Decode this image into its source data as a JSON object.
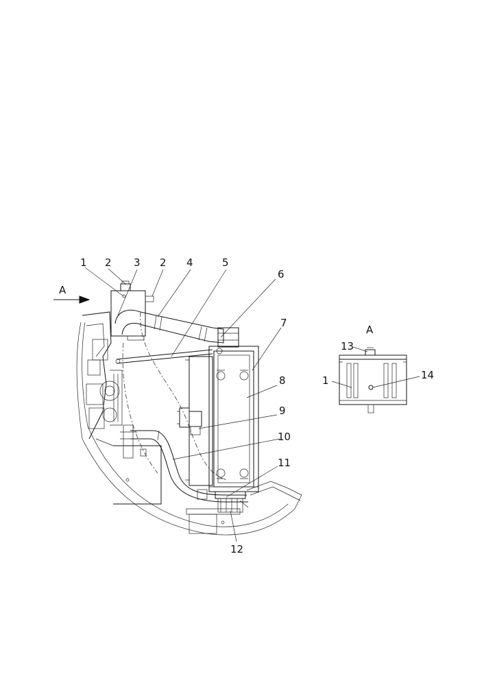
{
  "view_a_arrow_label": "A",
  "view_a_title": "A",
  "callouts": {
    "c1": "1",
    "c2a": "2",
    "c3": "3",
    "c2b": "2",
    "c4": "4",
    "c5": "5",
    "c6": "6",
    "c7": "7",
    "c8": "8",
    "c9": "9",
    "c10": "10",
    "c11": "11",
    "c12": "12"
  },
  "view_a_callouts": {
    "c13": "13",
    "c1": "1",
    "c14": "14"
  }
}
